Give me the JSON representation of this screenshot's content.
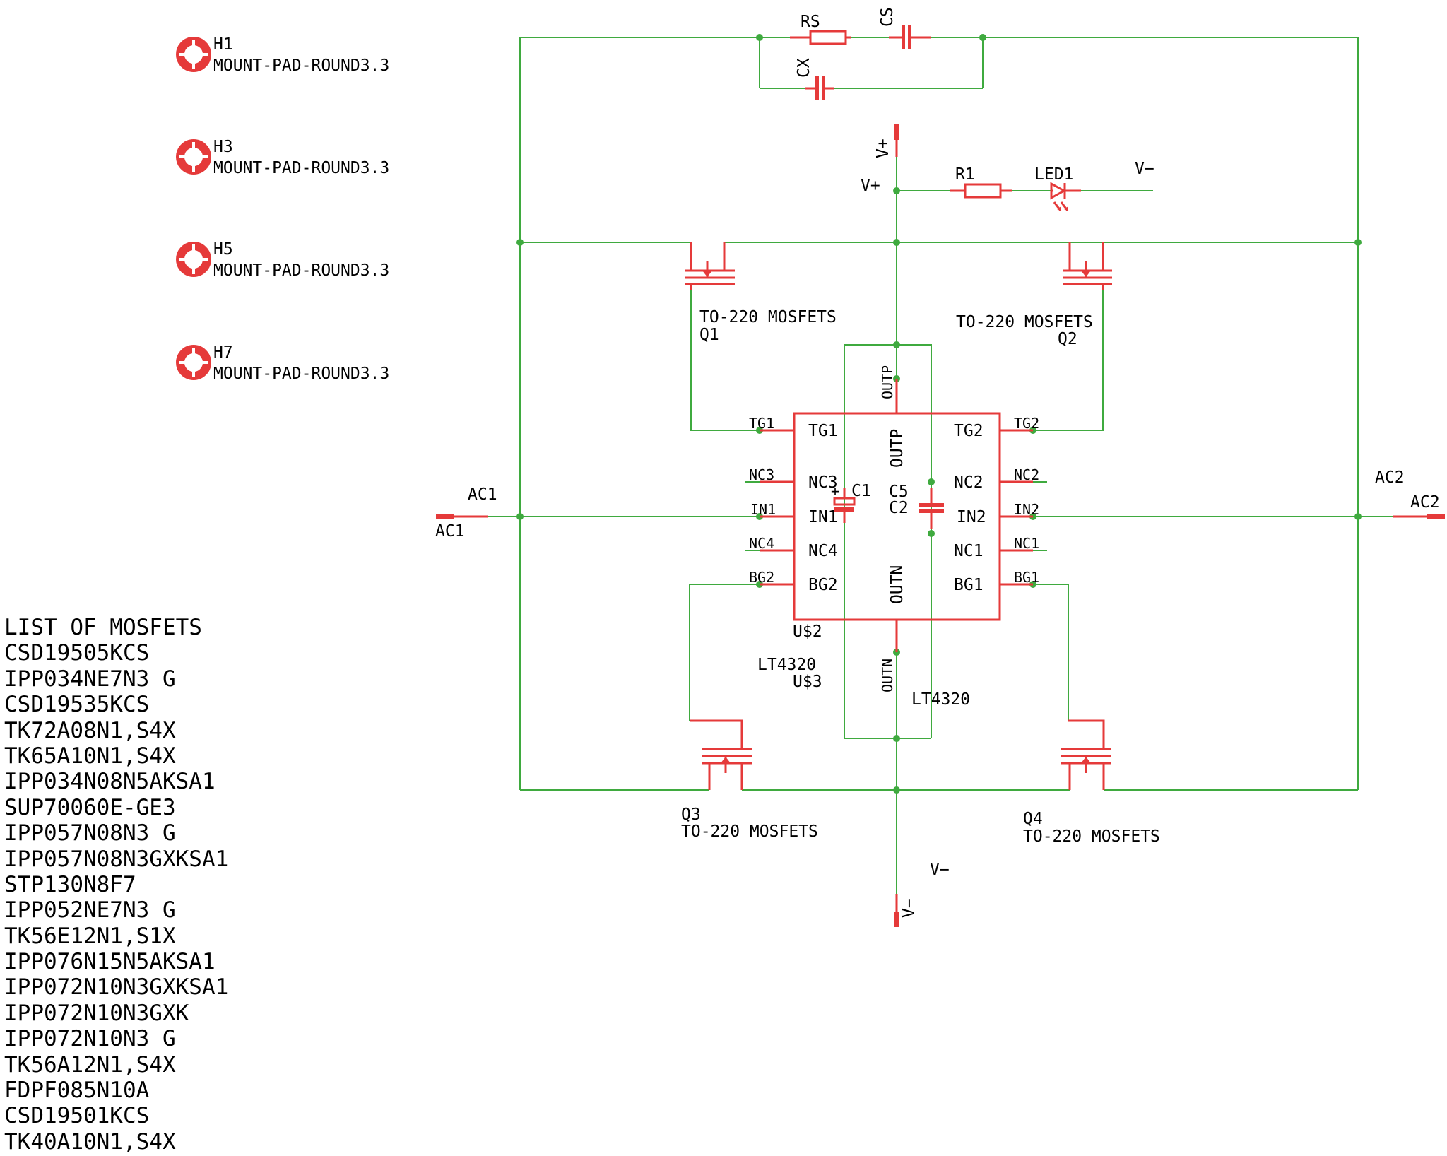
{
  "mount_pads": [
    {
      "ref": "H1",
      "value": "MOUNT-PAD-ROUND3.3"
    },
    {
      "ref": "H3",
      "value": "MOUNT-PAD-ROUND3.3"
    },
    {
      "ref": "H5",
      "value": "MOUNT-PAD-ROUND3.3"
    },
    {
      "ref": "H7",
      "value": "MOUNT-PAD-ROUND3.3"
    }
  ],
  "mosfet_list": {
    "title": "LIST OF MOSFETS",
    "items": [
      "CSD19505KCS",
      "IPP034NE7N3 G",
      "CSD19535KCS",
      "TK72A08N1,S4X",
      "TK65A10N1,S4X",
      "IPP034N08N5AKSA1",
      "SUP70060E-GE3",
      "IPP057N08N3 G",
      "IPP057N08N3GXKSA1",
      "STP130N8F7",
      "IPP052NE7N3 G",
      "TK56E12N1,S1X",
      "IPP076N15N5AKSA1",
      "IPP072N10N3GXKSA1",
      "IPP072N10N3GXK",
      "IPP072N10N3 G",
      "TK56A12N1,S4X",
      "FDPF085N10A",
      "CSD19501KCS",
      "TK40A10N1,S4X"
    ]
  },
  "components": {
    "rs": "RS",
    "cs": "CS",
    "cx": "CX",
    "r1": "R1",
    "led1": "LED1",
    "vplus_supply": "V+",
    "vplus_net": "V+",
    "vminus_net_top": "V−",
    "vminus_net_bottom": "V−",
    "vminus_supply": "V−",
    "q1_package": "TO-220 MOSFETS",
    "q1_ref": "Q1",
    "q2_package": "TO-220 MOSFETS",
    "q2_ref": "Q2",
    "q3_ref": "Q3",
    "q3_package": "TO-220 MOSFETS",
    "q4_ref": "Q4",
    "q4_package": "TO-220 MOSFETS",
    "c1": "C1",
    "c5": "C5",
    "c2": "C2",
    "u2_ref": "U$2",
    "u2_value": "LT4320",
    "u3_ref": "U$3",
    "u3_value": "LT4320",
    "ac1_net": "AC1",
    "ac1_port": "AC1",
    "ac2_net": "AC2",
    "ac2_port": "AC2"
  },
  "pins": {
    "tg1": "TG1",
    "tg2": "TG2",
    "nc3": "NC3",
    "nc2": "NC2",
    "in1": "IN1",
    "in2": "IN2",
    "nc4": "NC4",
    "nc1": "NC1",
    "bg2": "BG2",
    "bg1": "BG1",
    "outp": "OUTP",
    "outn": "OUTN",
    "ext_tg_left": "TG1",
    "ext_tg_right": "TG2",
    "ext_nc3": "NC3",
    "ext_nc2": "NC2",
    "ext_in_left": "IN1",
    "ext_in_right": "IN2",
    "ext_nc4": "NC4",
    "ext_nc1": "NC1",
    "ext_bg_left": "BG2",
    "ext_bg_right": "BG1",
    "ext_outp": "OUTP",
    "ext_outn": "OUTN"
  },
  "colors": {
    "wire": "#3faa3f",
    "symbol": "#e53a3a",
    "text": "#000000"
  }
}
